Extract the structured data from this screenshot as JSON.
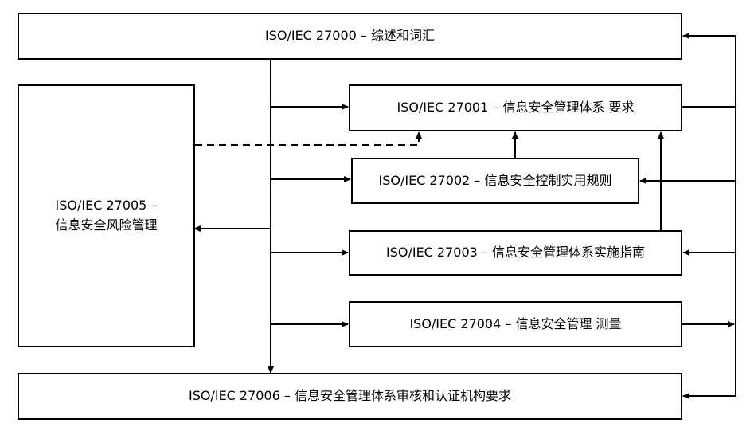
{
  "diagram": {
    "boxes": {
      "iso27000": "ISO/IEC 27000 – 综述和词汇",
      "iso27001": "ISO/IEC 27001 – 信息安全管理体系 要求",
      "iso27002": "ISO/IEC 27002 – 信息安全控制实用规则",
      "iso27003": "ISO/IEC 27003 – 信息安全管理体系实施指南",
      "iso27004": "ISO/IEC 27004 – 信息安全管理 测量",
      "iso27005_line1": "ISO/IEC 27005 –",
      "iso27005_line2": "信息安全风险管理",
      "iso27006": "ISO/IEC 27006 – 信息安全管理体系审核和认证机构要求"
    },
    "colors": {
      "stroke": "#000000",
      "background": "#ffffff"
    }
  }
}
